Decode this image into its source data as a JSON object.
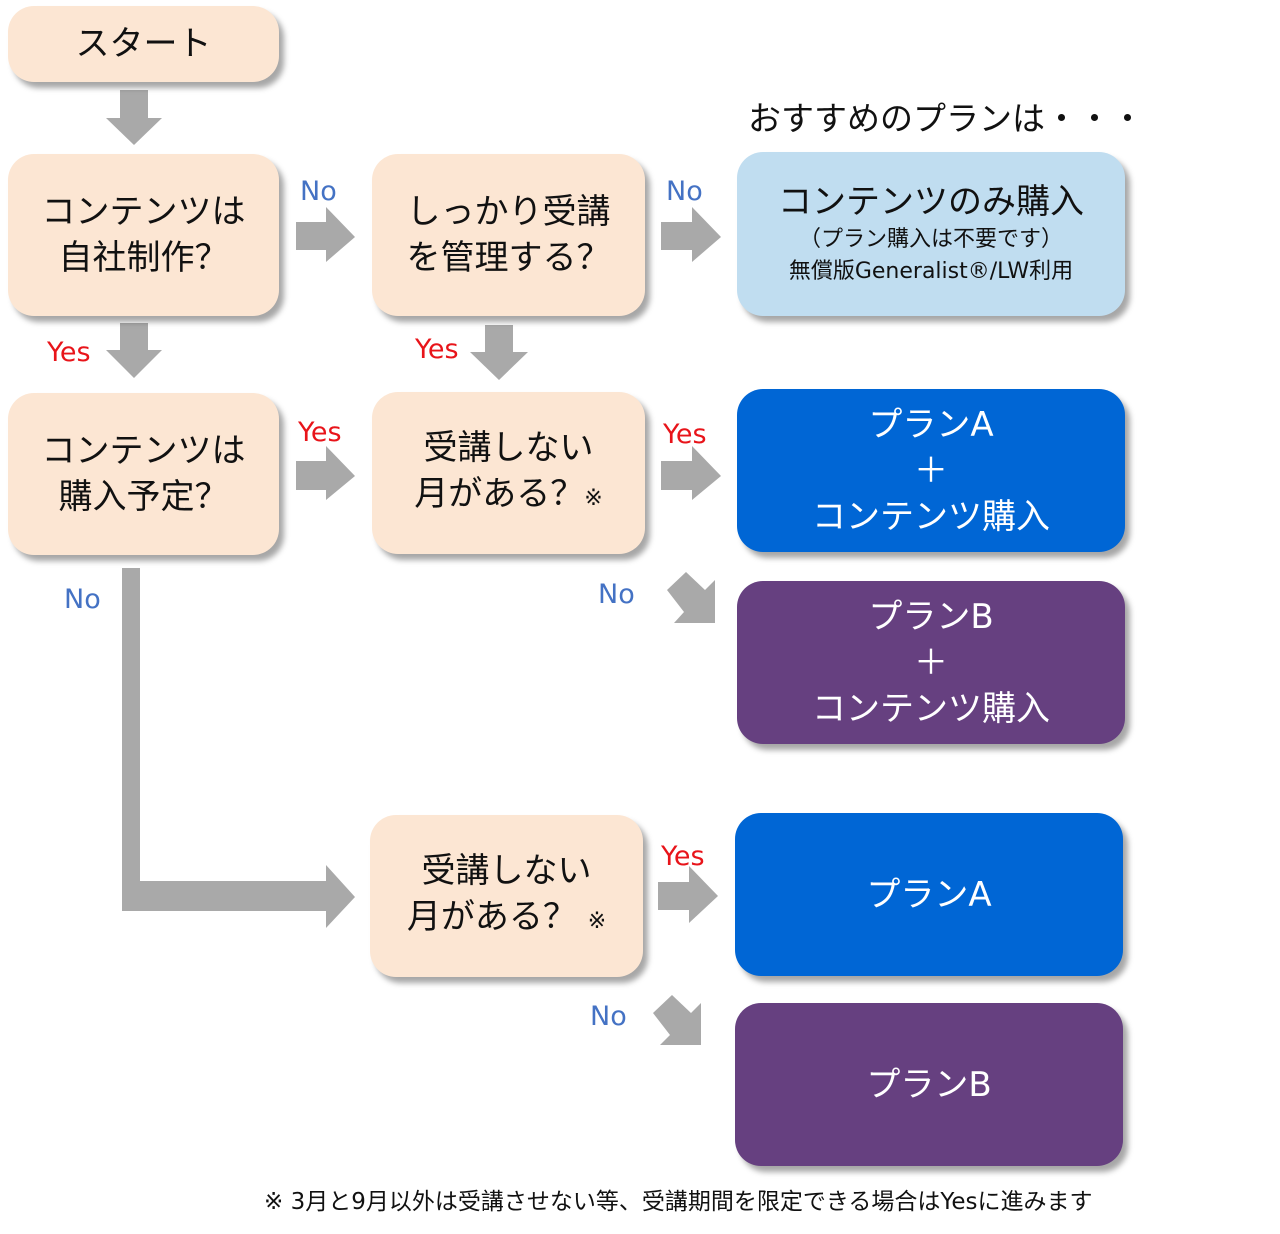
{
  "colors": {
    "question_box": "#fce6d3",
    "plan_a": "#0066d5",
    "plan_b": "#664080",
    "contents_only": "#c0ddf0",
    "arrow": "#a9a9a9",
    "yes_label": "#e8141a",
    "no_label": "#4472c4"
  },
  "heading": "おすすめのプランは・・・",
  "start": "スタート",
  "questions": {
    "q1": {
      "line1": "コンテンツは",
      "line2": "自社制作？"
    },
    "q2": {
      "line1": "しっかり受講",
      "line2": "を管理する？"
    },
    "q3": {
      "line1": "コンテンツは",
      "line2": "購入予定？"
    },
    "q4": {
      "line1": "受講しない",
      "line2": "月がある？",
      "mark": "※"
    },
    "q5": {
      "line1": "受講しない",
      "line2": "月がある？",
      "mark": "※"
    }
  },
  "labels": {
    "yes": "Yes",
    "no": "No"
  },
  "results": {
    "contents_only": {
      "title": "コンテンツのみ購入",
      "sub1": "（プラン購入は不要です）",
      "sub2": "無償版Generalist®/LW利用"
    },
    "plan_a_contents": {
      "line1": "プランA",
      "line2": "＋",
      "line3": "コンテンツ購入"
    },
    "plan_b_contents": {
      "line1": "プランB",
      "line2": "＋",
      "line3": "コンテンツ購入"
    },
    "plan_a": {
      "line1": "プランA"
    },
    "plan_b": {
      "line1": "プランB"
    }
  },
  "footnote": "※ 3月と9月以外は受講させない等、受講期間を限定できる場合はYesに進みます"
}
